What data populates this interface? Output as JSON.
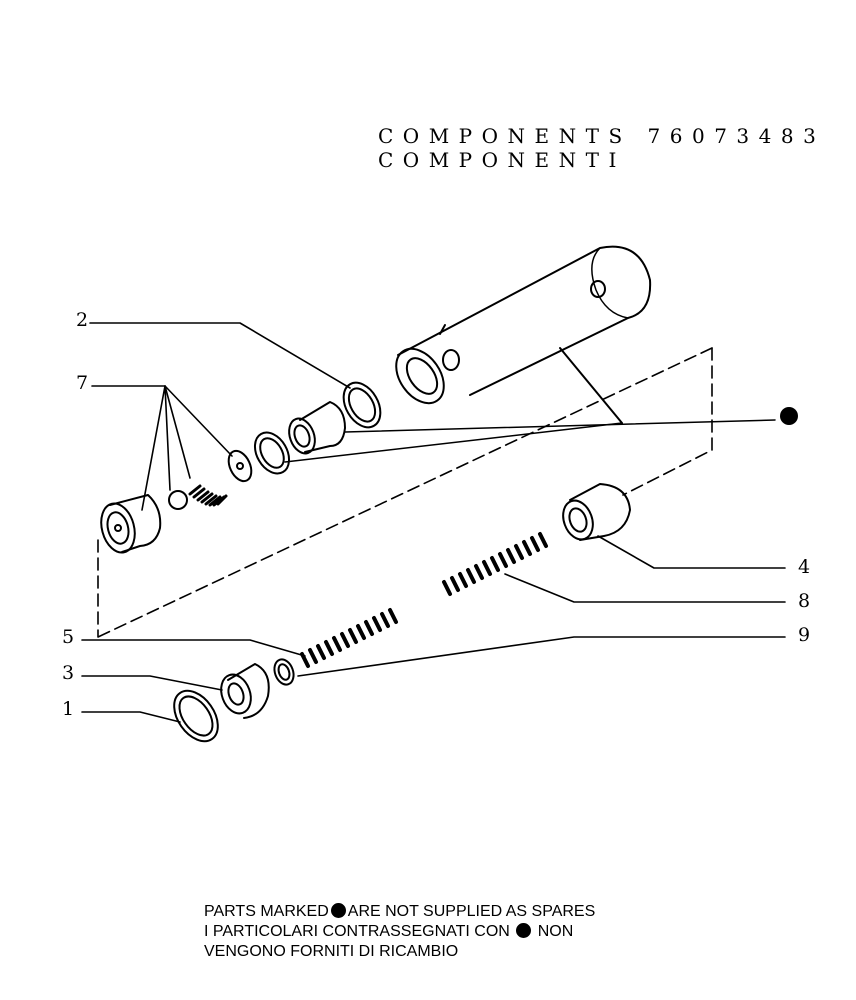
{
  "header": {
    "line1": "COMPONENTS 76073483",
    "line2": "COMPONENTI"
  },
  "callouts": {
    "c1": "1",
    "c2": "2",
    "c3": "3",
    "c4": "4",
    "c5": "5",
    "c7": "7",
    "c8": "8",
    "c9": "9"
  },
  "note": {
    "line1_a": "PARTS MARKED",
    "line1_b": "ARE NOT SUPPLIED AS SPARES",
    "line2_a": "I PARTICOLARI CONTRASSEGNATI CON",
    "line2_b": "NON",
    "line3": "VENGONO FORNITI DI RICAMBIO"
  }
}
